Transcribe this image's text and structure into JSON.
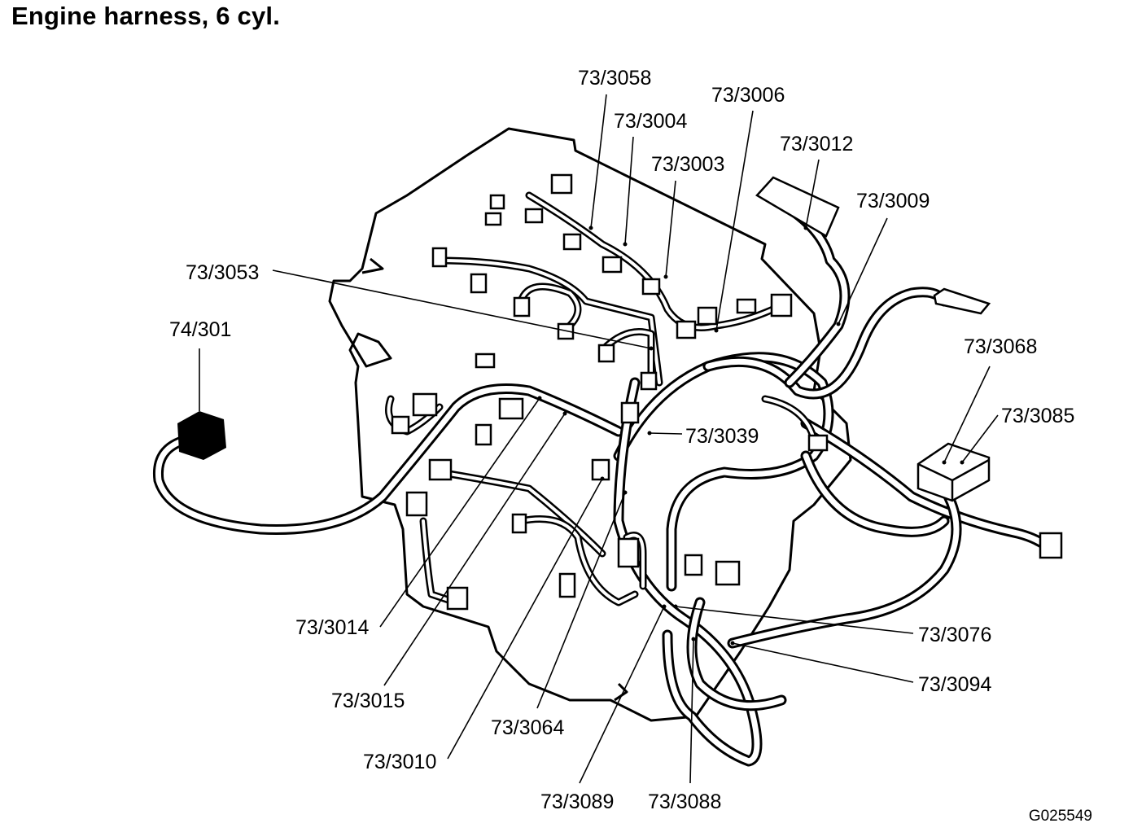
{
  "title": "Engine harness, 6 cyl.",
  "figure_id": "G025549",
  "callouts": {
    "c74_301": "74/301",
    "c73_3058": "73/3058",
    "c73_3004": "73/3004",
    "c73_3006": "73/3006",
    "c73_3003": "73/3003",
    "c73_3012": "73/3012",
    "c73_3009": "73/3009",
    "c73_3053": "73/3053",
    "c73_3068": "73/3068",
    "c73_3085": "73/3085",
    "c73_3039": "73/3039",
    "c73_3076": "73/3076",
    "c73_3094": "73/3094",
    "c73_3014": "73/3014",
    "c73_3015": "73/3015",
    "c73_3010": "73/3010",
    "c73_3064": "73/3064",
    "c73_3089": "73/3089",
    "c73_3088": "73/3088"
  }
}
